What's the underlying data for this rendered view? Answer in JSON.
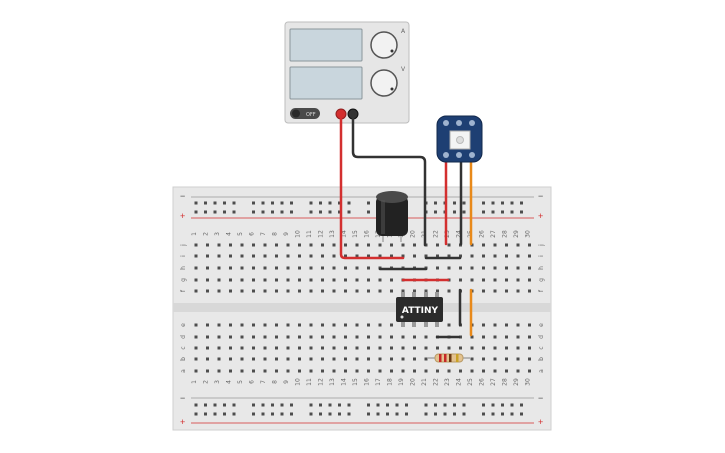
{
  "power_supply": {
    "top_display": "",
    "bottom_display": "",
    "unit_a": "A",
    "unit_v": "V",
    "switch_label": "OFF",
    "knob_a_name": "current-knob",
    "knob_v_name": "voltage-knob"
  },
  "ic": {
    "label": "ATTINY"
  },
  "breadboard": {
    "columns": [
      "1",
      "2",
      "3",
      "4",
      "5",
      "6",
      "7",
      "8",
      "9",
      "10",
      "11",
      "12",
      "13",
      "14",
      "15",
      "16",
      "17",
      "18",
      "19",
      "20",
      "21",
      "22",
      "23",
      "24",
      "25",
      "26",
      "27",
      "28",
      "29",
      "30"
    ],
    "rows_top": [
      "j",
      "i",
      "h",
      "g",
      "f"
    ],
    "rows_bottom": [
      "e",
      "d",
      "c",
      "b",
      "a"
    ],
    "rail_plus": "+",
    "rail_minus": "−"
  },
  "colors": {
    "wire_red": "#d32f2f",
    "wire_black": "#333333",
    "wire_orange": "#e8891a",
    "board": "#e8e8e8",
    "rail_red": "#d32f2f",
    "module_blue": "#1e3f73"
  }
}
